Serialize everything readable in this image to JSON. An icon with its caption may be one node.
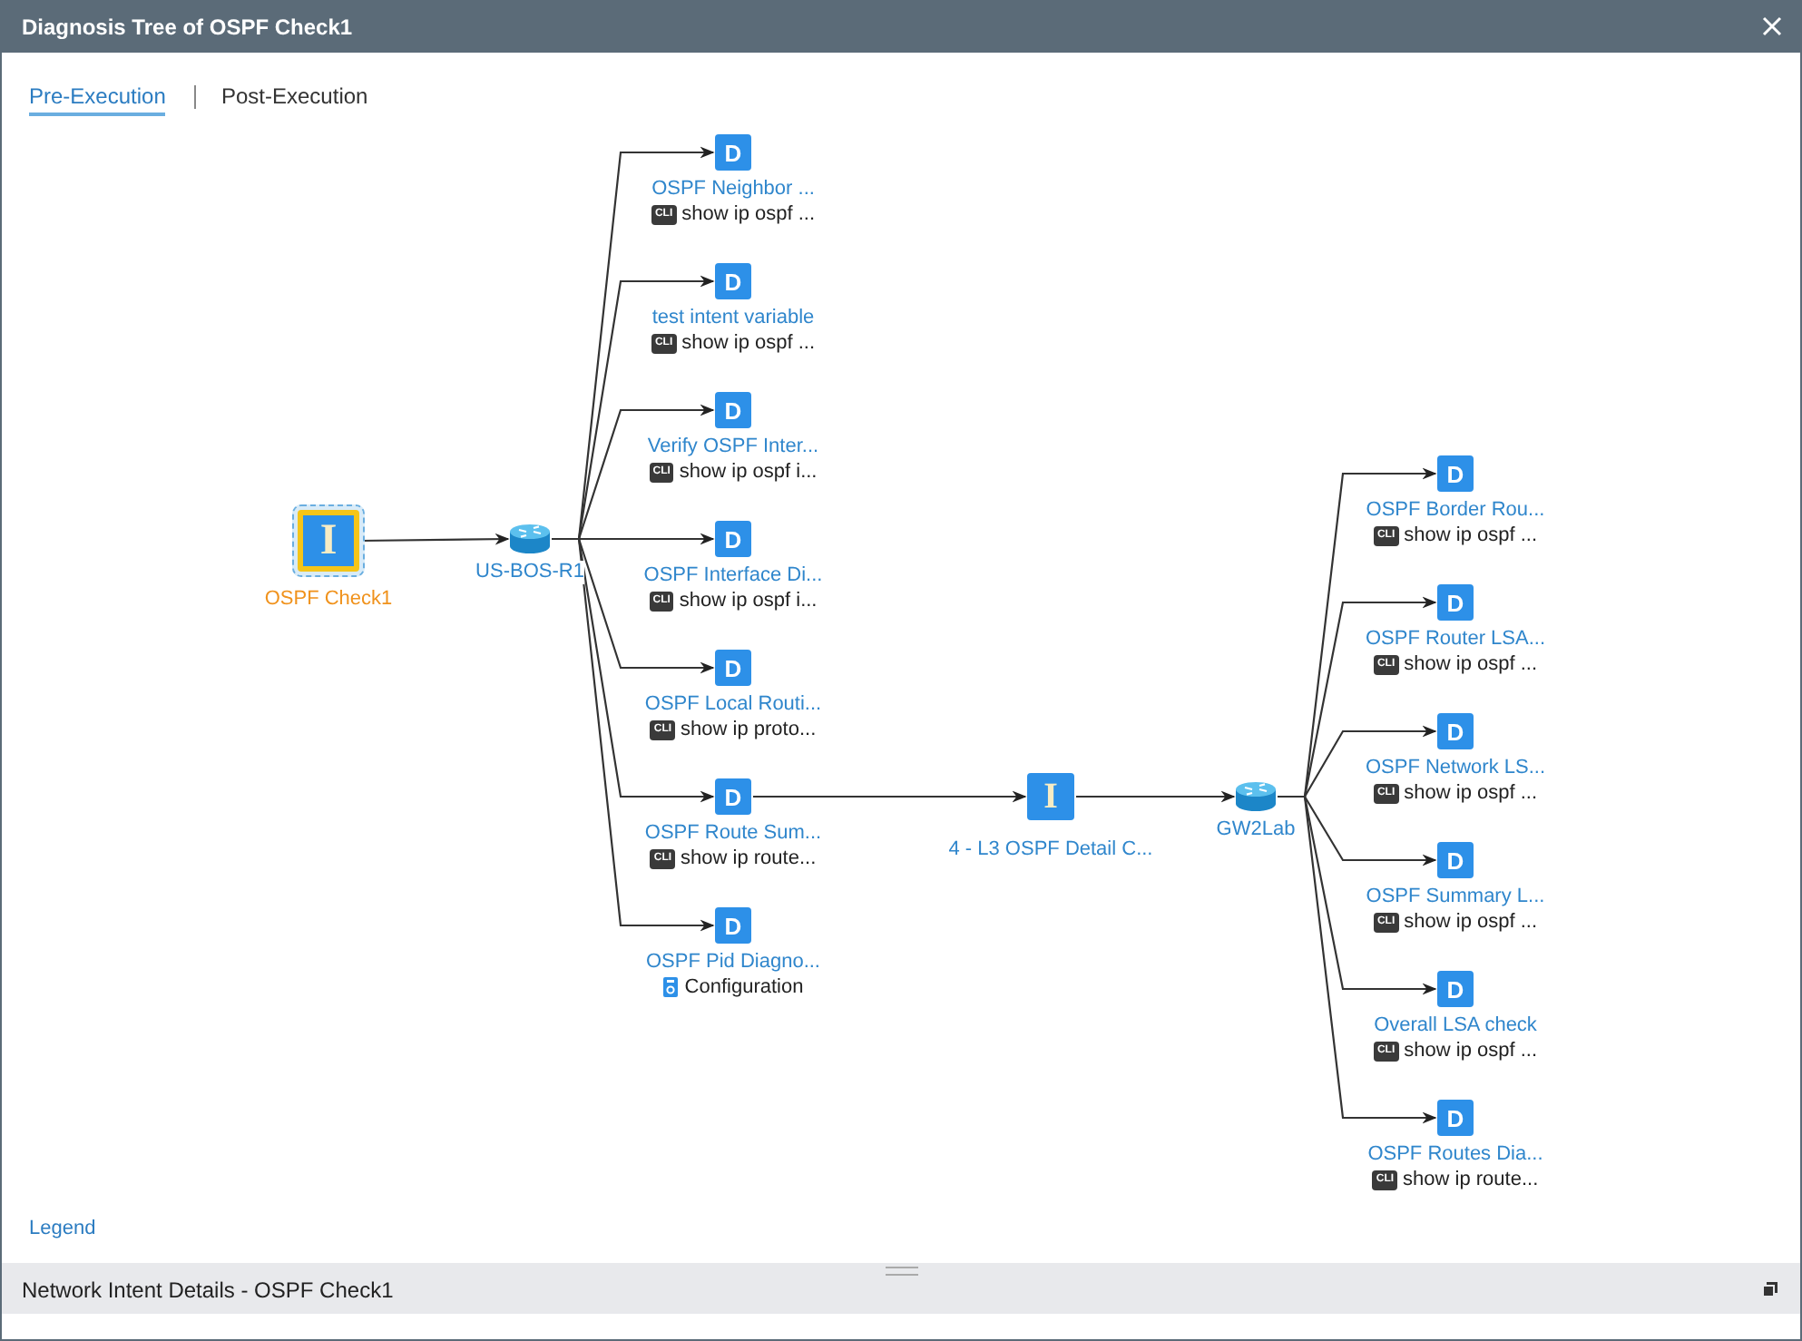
{
  "diagram": {
    "title": "Diagnosis Tree of OSPF Check1",
    "nodes": [
      {
        "text": [
          "I",
          "OSPF Check1"
        ]
      },
      {
        "text": [
          "US-BOS-R1"
        ]
      },
      {
        "text": [
          "D",
          "OSPF Neighbor ...",
          "CLI",
          "show ip ospf ..."
        ]
      },
      {
        "text": [
          "D",
          "test intent variable",
          "CLI",
          "show ip ospf ..."
        ]
      },
      {
        "text": [
          "D",
          "Verify OSPF Inter...",
          "CLI",
          "show ip ospf i..."
        ]
      },
      {
        "text": [
          "D",
          "OSPF Interface Di...",
          "CLI",
          "show ip ospf i..."
        ]
      },
      {
        "text": [
          "D",
          "OSPF Local Routi...",
          "CLI",
          "show ip proto..."
        ]
      },
      {
        "text": [
          "D",
          "OSPF Route Sum...",
          "CLI",
          "show ip route..."
        ]
      },
      {
        "text": [
          "D",
          "OSPF Pid Diagno...",
          "Configuration"
        ]
      },
      {
        "text": [
          "I",
          "4 - L3 OSPF Detail C..."
        ]
      },
      {
        "text": [
          "GW2Lab"
        ]
      },
      {
        "text": [
          "D",
          "OSPF Border Rou...",
          "CLI",
          "show ip ospf ..."
        ]
      },
      {
        "text": [
          "D",
          "OSPF Router LSA...",
          "CLI",
          "show ip ospf ..."
        ]
      },
      {
        "text": [
          "D",
          "OSPF Network LS...",
          "CLI",
          "show ip ospf ..."
        ]
      },
      {
        "text": [
          "D",
          "OSPF Summary L...",
          "CLI",
          "show ip ospf ..."
        ]
      },
      {
        "text": [
          "D",
          "Overall LSA check",
          "CLI",
          "show ip ospf ..."
        ]
      },
      {
        "text": [
          "D",
          "OSPF Routes Dia...",
          "CLI",
          "show ip route..."
        ]
      }
    ],
    "edges": [
      {
        "from": 0,
        "to": 1,
        "arrow": "to"
      },
      {
        "from": 1,
        "to": 2,
        "arrow": "to"
      },
      {
        "from": 1,
        "to": 3,
        "arrow": "to"
      },
      {
        "from": 1,
        "to": 4,
        "arrow": "to"
      },
      {
        "from": 1,
        "to": 5,
        "arrow": "to"
      },
      {
        "from": 1,
        "to": 6,
        "arrow": "to"
      },
      {
        "from": 1,
        "to": 7,
        "arrow": "to"
      },
      {
        "from": 1,
        "to": 8,
        "arrow": "to"
      },
      {
        "from": 7,
        "to": 9,
        "arrow": "to"
      },
      {
        "from": 9,
        "to": 10,
        "arrow": "to"
      },
      {
        "from": 10,
        "to": 11,
        "arrow": "to"
      },
      {
        "from": 10,
        "to": 12,
        "arrow": "to"
      },
      {
        "from": 10,
        "to": 13,
        "arrow": "to"
      },
      {
        "from": 10,
        "to": 14,
        "arrow": "to"
      },
      {
        "from": 10,
        "to": 15,
        "arrow": "to"
      },
      {
        "from": 10,
        "to": 16,
        "arrow": "to"
      }
    ],
    "labels": [
      "Pre-Execution",
      "Post-Execution",
      "Legend",
      "Network Intent Details - OSPF Check1"
    ]
  }
}
